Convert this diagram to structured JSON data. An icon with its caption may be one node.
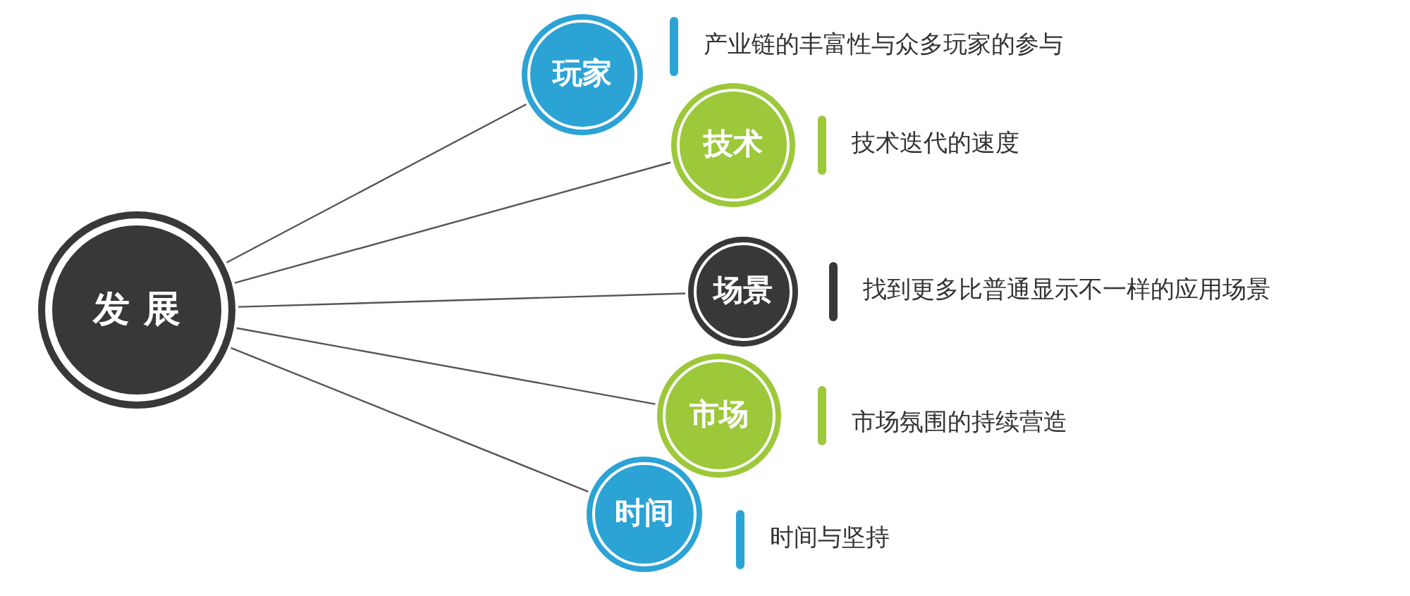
{
  "diagram": {
    "nodes": [
      {
        "text": [
          "发展"
        ]
      },
      {
        "text": [
          "玩家"
        ]
      },
      {
        "text": [
          "技术"
        ],
        "beside": [
          "技术迭代的速度"
        ]
      },
      {
        "text": [
          "场景"
        ],
        "beside": [
          "找到更多比普通显示不一样的应用场景"
        ]
      },
      {
        "text": [
          "市场"
        ],
        "beside": [
          "市场氛围的持续营造"
        ]
      },
      {
        "text": [
          "时间"
        ]
      }
    ],
    "edges": [
      {
        "from": 0,
        "to": 1,
        "arrow": "none"
      },
      {
        "from": 0,
        "to": 2,
        "arrow": "none"
      },
      {
        "from": 0,
        "to": 3,
        "arrow": "none"
      },
      {
        "from": 0,
        "to": 4,
        "arrow": "none"
      },
      {
        "from": 0,
        "to": 5,
        "arrow": "none"
      }
    ],
    "labels": [
      "产业链的丰富性与众多玩家的参与",
      "时间与坚持"
    ]
  }
}
